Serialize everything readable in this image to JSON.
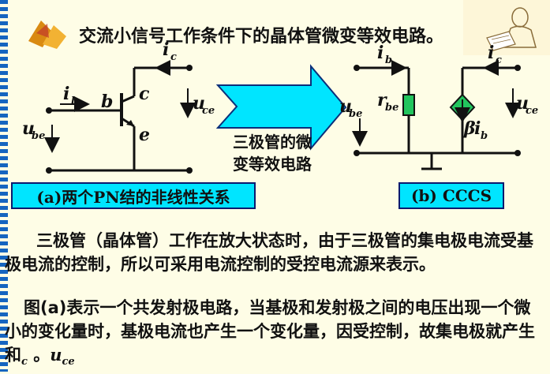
{
  "page": {
    "title": "交流小信号工作条件下的晶体管微变等效电路。"
  },
  "figure_a": {
    "caption": "(a)两个PN结的非线性关系",
    "labels": {
      "ic": "i",
      "ic_sub": "c",
      "ib": "i",
      "ib_sub": "b",
      "b": "b",
      "c": "c",
      "e": "e",
      "ube": "u",
      "ube_sub": "be",
      "uce": "u",
      "uce_sub": "ce"
    }
  },
  "arrow": {
    "line1": "三极管的微",
    "line2": "变等效电路"
  },
  "figure_b": {
    "caption": "(b) CCCS",
    "labels": {
      "ib": "i",
      "ib_sub": "b",
      "ic": "i",
      "ic_sub": "c",
      "rbe": "r",
      "rbe_sub": "be",
      "ube": "u",
      "ube_sub": "be",
      "uce": "u",
      "uce_sub": "ce",
      "beta": "β",
      "beta_i": "i",
      "beta_sub": "b"
    }
  },
  "paragraphs": {
    "p1": "三极管（晶体管）工作在放大状态时，由于三极管的集电极电流受基极电流的控制，所以可采用电流控制的受控电流源来表示。",
    "p2": "图(a)表示一个共发射极电路，当基极和发射极之间的电压出现一个微小的变化量时，基极电流也产生一个变化量，因受控制，故集电极就产生  和",
    "p2_sub": "c",
    "p2_end": " 。",
    "p2_sym": "u",
    "p2_sym_sub": "ce"
  },
  "colors": {
    "background": "#fefde6",
    "stripe": "#1565c0",
    "caption_fill": "#00e5ff",
    "arrow_fill": "#00e5ff",
    "source_fill": "#22c55e"
  }
}
